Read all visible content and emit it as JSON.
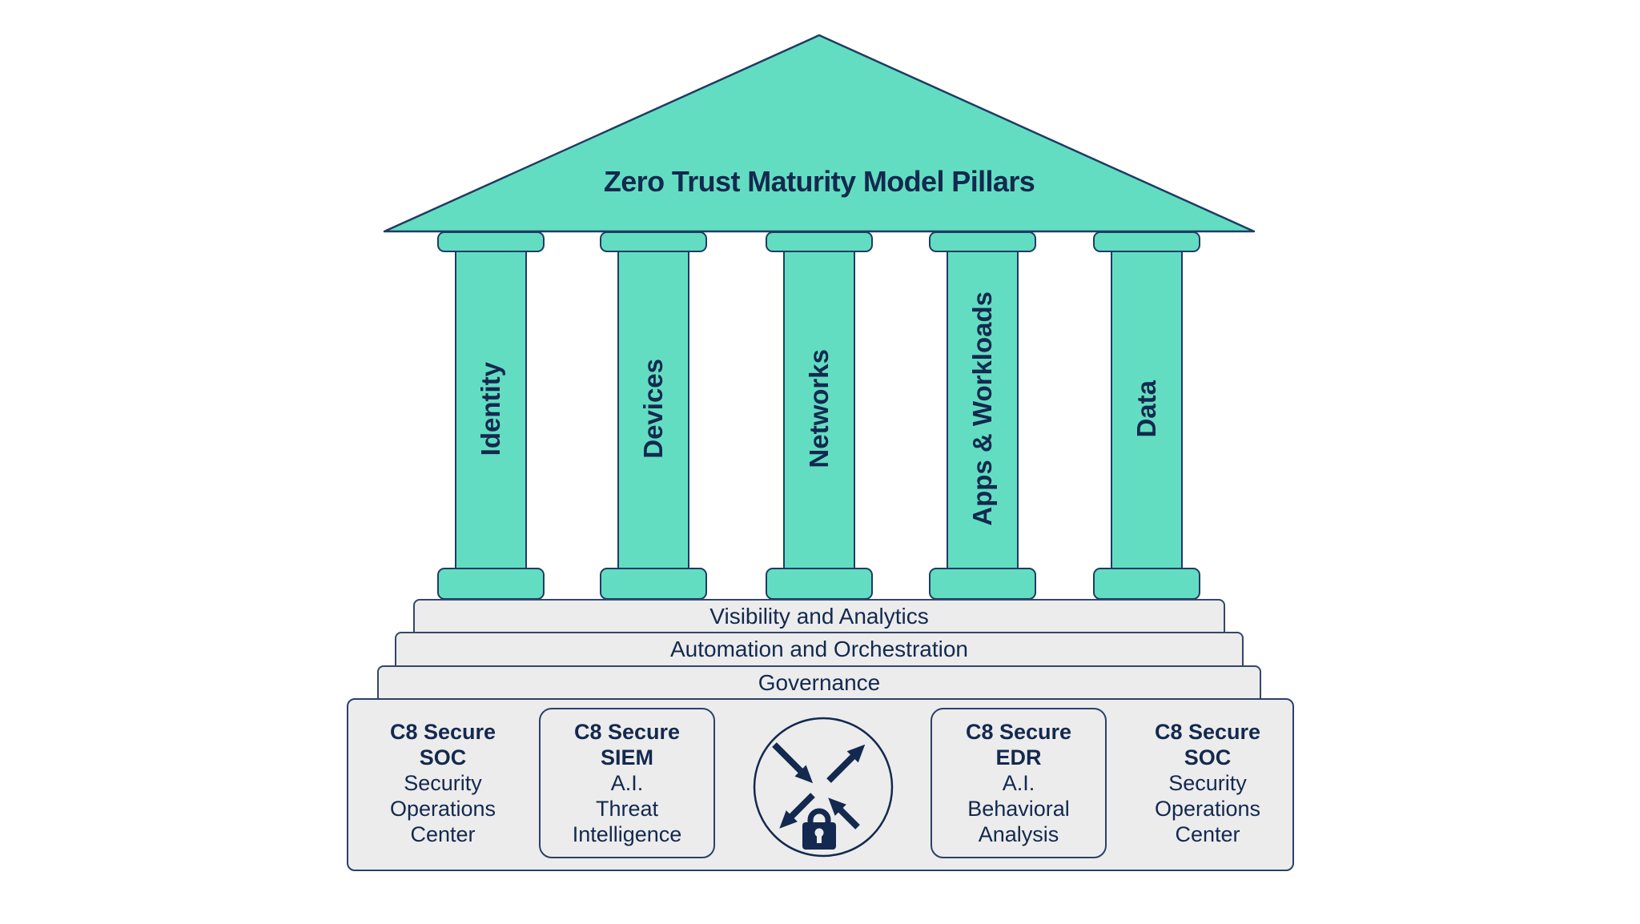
{
  "diagram_title": "Zero Trust Maturity Model Pillars",
  "colors": {
    "teal_fill": "#63DDC1",
    "navy_text": "#13294F",
    "shape_stroke": "#1F3B66",
    "step_fill": "#ECECEC",
    "step_stroke": "#33476B",
    "background": "#FFFFFF"
  },
  "pediment": {
    "title": "Zero Trust Maturity Model Pillars"
  },
  "pillars": [
    {
      "label": "Identity"
    },
    {
      "label": "Devices"
    },
    {
      "label": "Networks"
    },
    {
      "label": "Apps & Workloads"
    },
    {
      "label": "Data"
    }
  ],
  "steps": [
    {
      "label": "Visibility and Analytics"
    },
    {
      "label": "Automation and Orchestration"
    },
    {
      "label": "Governance"
    }
  ],
  "foundation": {
    "blocks": [
      {
        "title_line1": "C8 Secure",
        "title_line2": "SOC",
        "lines": [
          "Security",
          "Operations",
          "Center"
        ]
      },
      {
        "title_line1": "C8 Secure",
        "title_line2": "SIEM",
        "lines": [
          "A.I.",
          "Threat",
          "Intelligence"
        ]
      },
      {
        "title_line1": "C8 Secure",
        "title_line2": "EDR",
        "lines": [
          "A.I.",
          "Behavioral",
          "Analysis"
        ]
      },
      {
        "title_line1": "C8 Secure",
        "title_line2": "SOC",
        "lines": [
          "Security",
          "Operations",
          "Center"
        ]
      }
    ],
    "icon": "arrows-and-padlock"
  }
}
